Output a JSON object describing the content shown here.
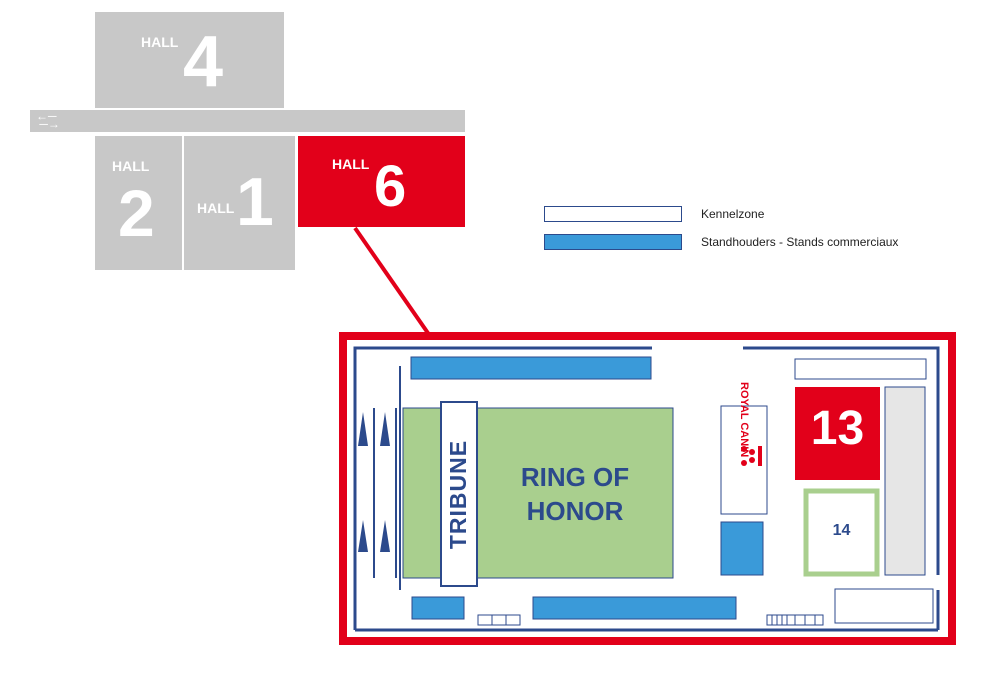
{
  "halls": {
    "hall4": {
      "word": "HALL",
      "number": "4"
    },
    "hall2": {
      "word": "HALL",
      "number": "2"
    },
    "hall1": {
      "word": "HALL",
      "number": "1"
    },
    "hall6": {
      "word": "HALL",
      "number": "6"
    }
  },
  "legend": {
    "kennelzone": "Kennelzone",
    "stands": "Standhouders - Stands commerciaux"
  },
  "floorplan": {
    "tribune": "TRIBUNE",
    "ring_line1": "RING OF",
    "ring_line2": "HONOR",
    "sponsor_line1": "ROYAL",
    "sponsor_line2": "CANIN",
    "area13": "13",
    "area14": "14"
  },
  "colors": {
    "hall_grey": "#c8c8c8",
    "hall6_red": "#e2001a",
    "stand_blue": "#3a9ad9",
    "ring_green": "#a9cf8e",
    "wall_navy": "#2c4a8c",
    "label_navy": "#2c4a8c"
  }
}
